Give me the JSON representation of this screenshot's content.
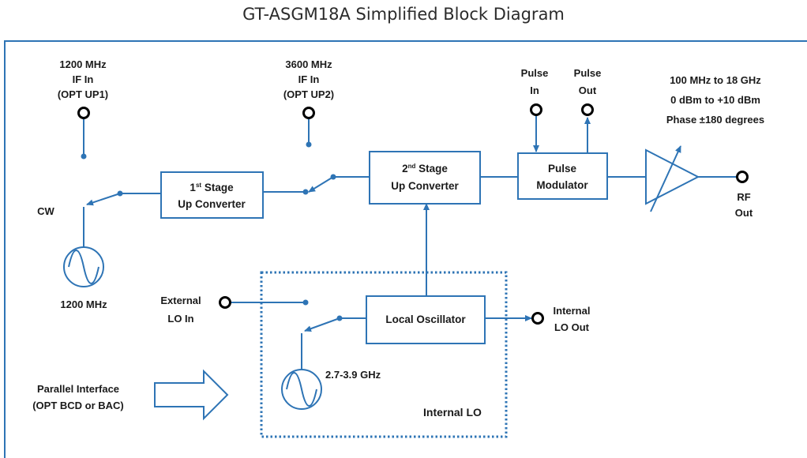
{
  "title": "GT-ASGM18A Simplified Block Diagram",
  "inputs": {
    "if1200": {
      "line1": "1200 MHz",
      "line2": "IF In",
      "line3": "(OPT UP1)"
    },
    "if3600": {
      "line1": "3600 MHz",
      "line2": "IF In",
      "line3": "(OPT UP2)"
    },
    "pulse_in": {
      "line1": "Pulse",
      "line2": "In"
    },
    "pulse_out": {
      "line1": "Pulse",
      "line2": "Out"
    },
    "ext_lo": {
      "line1": "External",
      "line2": "LO In"
    }
  },
  "output_spec": {
    "line1": "100 MHz to 18 GHz",
    "line2": "0 dBm to +10 dBm",
    "line3": "Phase ±180 degrees"
  },
  "rf_out": {
    "line1": "RF",
    "line2": "Out"
  },
  "cw": {
    "label": "CW",
    "freq": "1200 MHz"
  },
  "blocks": {
    "stage1": {
      "num": "1",
      "sup": "st",
      "line1_rest": " Stage",
      "line2": "Up Converter"
    },
    "stage2": {
      "num": "2",
      "sup": "nd",
      "line1_rest": " Stage",
      "line2": "Up Converter"
    },
    "pulse_mod": {
      "line1": "Pulse",
      "line2": "Modulator"
    },
    "local_osc": {
      "label": "Local Oscillator"
    }
  },
  "internal_lo_out": {
    "line1": "Internal",
    "line2": "LO Out"
  },
  "vco": {
    "freq": "2.7-3.9 GHz"
  },
  "internal_lo_box": {
    "label": "Internal LO"
  },
  "parallel": {
    "line1": "Parallel Interface",
    "line2": "(OPT BCD or BAC)"
  }
}
